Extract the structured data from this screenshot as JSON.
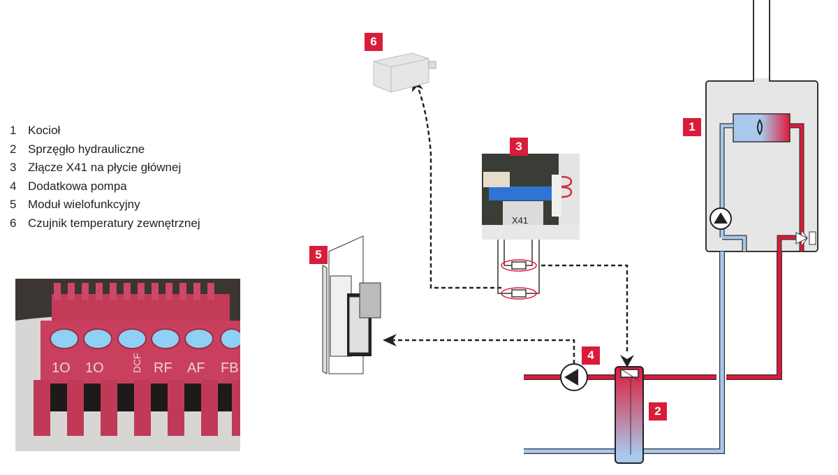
{
  "legend": [
    {
      "num": "1",
      "label": "Kocioł"
    },
    {
      "num": "2",
      "label": "Sprzęgło hydrauliczne"
    },
    {
      "num": "3",
      "label": "Złącze X41 na płycie głównej"
    },
    {
      "num": "4",
      "label": "Dodatkowa pompa"
    },
    {
      "num": "5",
      "label": "Moduł wielofunkcyjny"
    },
    {
      "num": "6",
      "label": "Czujnik temperatury zewnętrznej"
    }
  ],
  "connector_photo": {
    "terminal_labels": [
      "1O",
      "1O",
      "DCF",
      "RF",
      "AF",
      "FB"
    ]
  },
  "board": {
    "connector_label": "X41"
  },
  "badges": {
    "b1": "1",
    "b2": "2",
    "b3": "3",
    "b4": "4",
    "b5": "5",
    "b6": "6"
  },
  "colors": {
    "badge": "#d91c3a",
    "hot_pipe": "#e0193a",
    "cold_pipe": "#a8c8ec"
  }
}
